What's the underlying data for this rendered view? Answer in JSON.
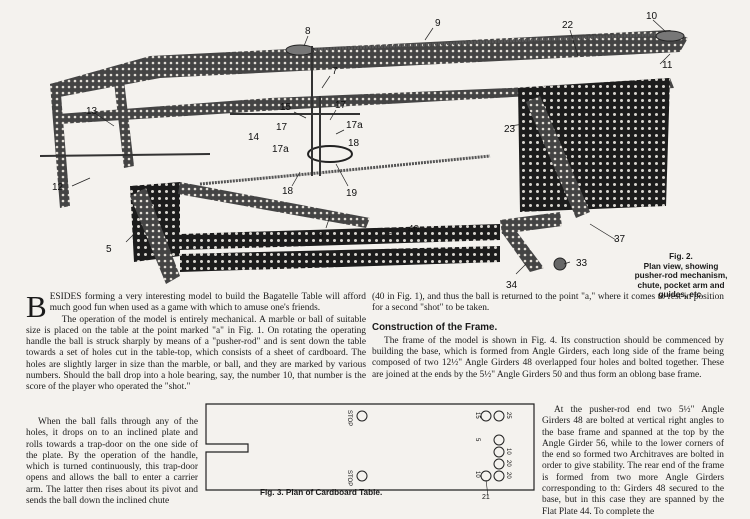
{
  "figure2": {
    "callouts": [
      "9",
      "10",
      "8",
      "22",
      "7",
      "11",
      "13",
      "15",
      "17",
      "17a",
      "17",
      "17a",
      "14",
      "18",
      "23",
      "12",
      "18",
      "19",
      "6",
      "5",
      "40",
      "37",
      "34",
      "33"
    ],
    "caption_lines": [
      "Fig. 2.",
      "Plan view, showing",
      "pusher-rod mechanism,",
      "chute, pocket arm and",
      "guides, etc."
    ]
  },
  "intro": {
    "dropcap": "B",
    "first_para": "ESIDES forming a very interesting model to build the Bagatelle Table will afford much good fun when used as a game with which to amuse one's friends.",
    "second_para": "The operation of the model is entirely mechanical. A marble or ball of suitable size is placed on the table at the point marked \"a\" in Fig. 1. On rotating the operating handle the ball is struck sharply by means of a \"pusher-rod\" and is sent down the table towards a set of holes cut in the table-top, which consists of a sheet of cardboard. The holes are slightly larger in size than the marble, or ball, and they are marked by various numbers. Should the ball drop into a hole bearing, say, the number 10, that number is the score of the player who operated the \"shot.\"",
    "third_para": "When the ball falls through any of the holes, it drops on to an inclined plate and rolls towards a trap-door on the one side of the plate. By the operation of the handle, which is turned continuously, this trap-door opens and allows the ball to enter a carrier arm. The latter then rises about its pivot and sends the ball down the inclined chute"
  },
  "right": {
    "continuation": "(40 in Fig. 1), and thus the ball is returned to the point \"a,\" where it comes to rest in position for a second \"shot\" to be taken.",
    "heading": "Construction of the Frame.",
    "para1": "The frame of the model is shown in Fig. 4. Its construction should be commenced by building the base, which is formed from Angle Girders, each long side of the frame being composed of two 12½\" Angle Girders 48 overlapped four holes and bolted together. These are joined at the ends by the 5½\" Angle Girders 50 and thus form an oblong base frame.",
    "para2": "At the pusher-rod end two 5½\" Angle Girders 48 are bolted at vertical right angles to the base frame and spanned at the top by the Angle Girder 56, while to the lower corners of the end so formed two Architraves are bolted in order to give stability. The rear end of the frame is formed from two more Angle Girders corresponding to th: Girders 48 secured to the base, but in this case they are spanned by the Flat Plate 44. To complete the"
  },
  "figure3": {
    "caption": "Fig. 3. Plan of Cardboard Table.",
    "stop_labels": [
      "STOP",
      "STOP"
    ],
    "hole_numbers": [
      "15",
      "25",
      "5",
      "10",
      "10",
      "20",
      "20"
    ],
    "callout": "21"
  }
}
